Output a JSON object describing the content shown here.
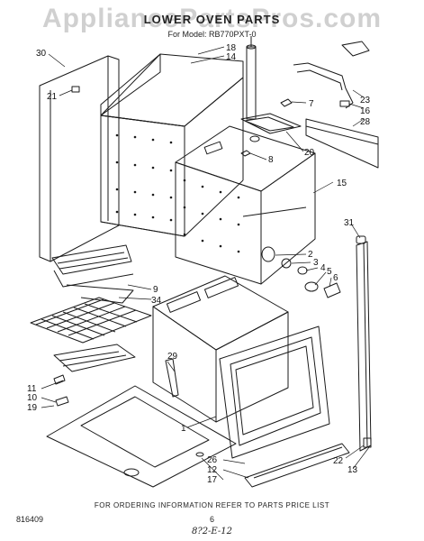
{
  "header": {
    "watermark": "AppliancePartsPros.com",
    "title": "LOWER OVEN PARTS",
    "model": "For Model: RB770PXT-0"
  },
  "callouts": [
    "30",
    "18",
    "14",
    "21",
    "23",
    "16",
    "7",
    "28",
    "20",
    "8",
    "15",
    "31",
    "2",
    "3",
    "4",
    "5",
    "6",
    "9",
    "34",
    "29",
    "11",
    "10",
    "19",
    "1",
    "26",
    "12",
    "17",
    "22",
    "13"
  ],
  "footer": {
    "ordering_note": "FOR ORDERING INFORMATION REFER TO PARTS PRICE LIST",
    "doc_number": "816409",
    "page_number": "6",
    "handwritten": "8?2-E-12"
  },
  "colors": {
    "ink": "#1a1a1a",
    "watermark": "#969696",
    "background": "#ffffff"
  }
}
